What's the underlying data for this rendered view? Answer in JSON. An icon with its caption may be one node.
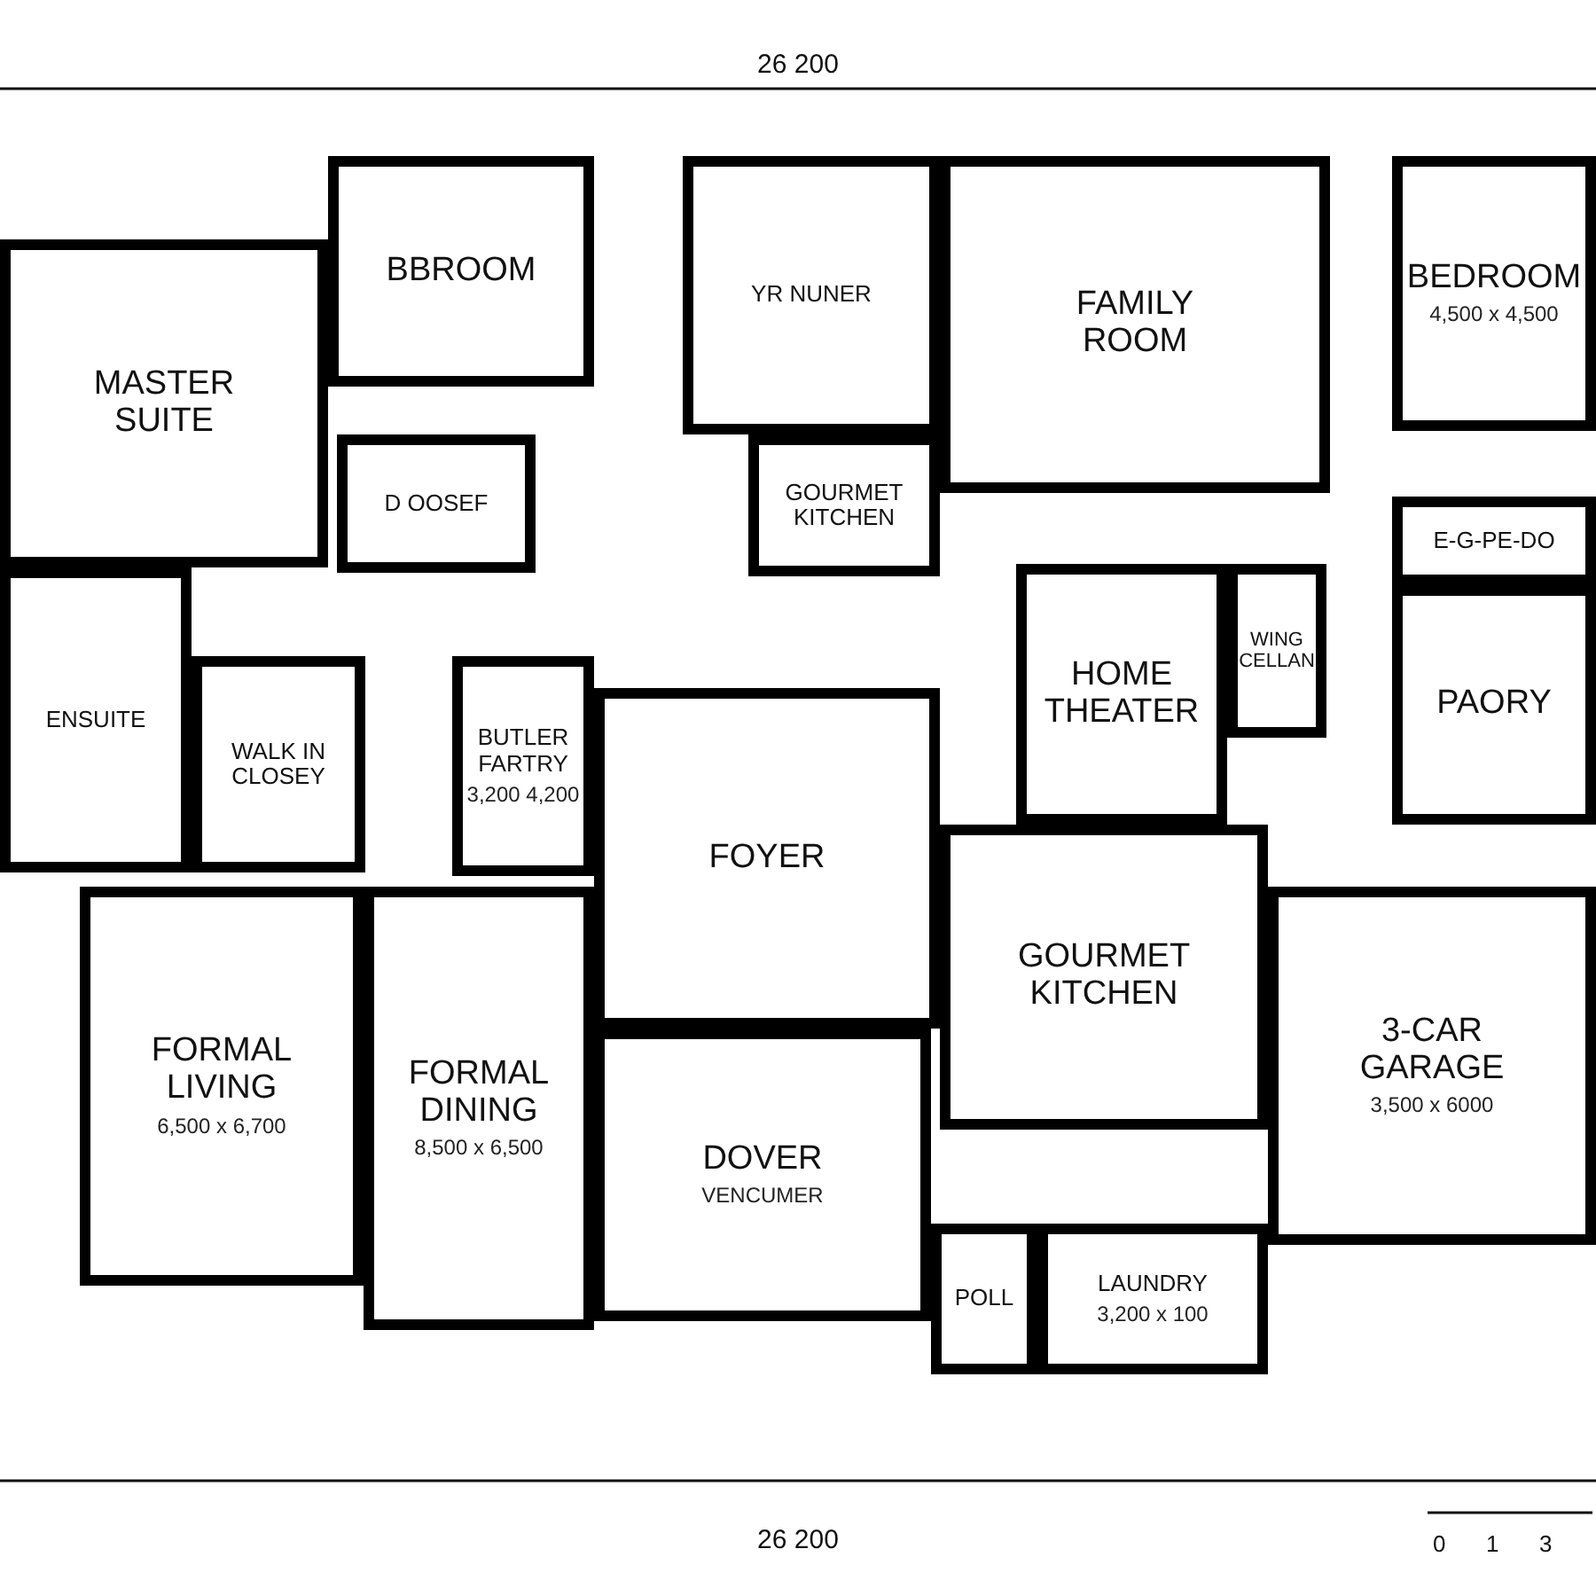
{
  "diagram": {
    "nodes": [
      {
        "text": [
          "MASTER SUITE"
        ]
      },
      {
        "text": [
          "BBROOM"
        ]
      },
      {
        "text": [
          "D OOSEF"
        ]
      },
      {
        "text": [
          "YR NUNER"
        ]
      },
      {
        "text": [
          "GOURMET KITCHEN"
        ]
      },
      {
        "text": [
          "FAMILY ROOM"
        ]
      },
      {
        "text": [
          "BEDROOM",
          "4,500 x 4,500"
        ]
      },
      {
        "text": [
          "E-G-PE-DO"
        ]
      },
      {
        "text": [
          "ENSUITE"
        ]
      },
      {
        "text": [
          "WALK IN CLOSEY"
        ]
      },
      {
        "text": [
          "BUTLER FARTRY",
          "3,200 4,200"
        ]
      },
      {
        "text": [
          "HOME THEATER"
        ]
      },
      {
        "text": [
          "WING CELLAN"
        ]
      },
      {
        "text": [
          "PAORY"
        ]
      },
      {
        "text": [
          "FOYER"
        ]
      },
      {
        "text": [
          "GOURMET KITCHEN"
        ]
      },
      {
        "text": [
          "3-CAR GARAGE",
          "3,500 x 6000"
        ]
      },
      {
        "text": [
          "FORMAL LIVING",
          "6,500 x 6,700"
        ]
      },
      {
        "text": [
          "FORMAL DINING",
          "8,500 x 6,500"
        ]
      },
      {
        "text": [
          "DOVER",
          "VENCUMER"
        ]
      },
      {
        "text": [
          "POLL"
        ]
      },
      {
        "text": [
          "LAUNDRY",
          "3,200 x 100"
        ]
      }
    ],
    "edges": [],
    "labels": [
      "26 200",
      "26 200",
      "0",
      "1",
      "3"
    ]
  }
}
